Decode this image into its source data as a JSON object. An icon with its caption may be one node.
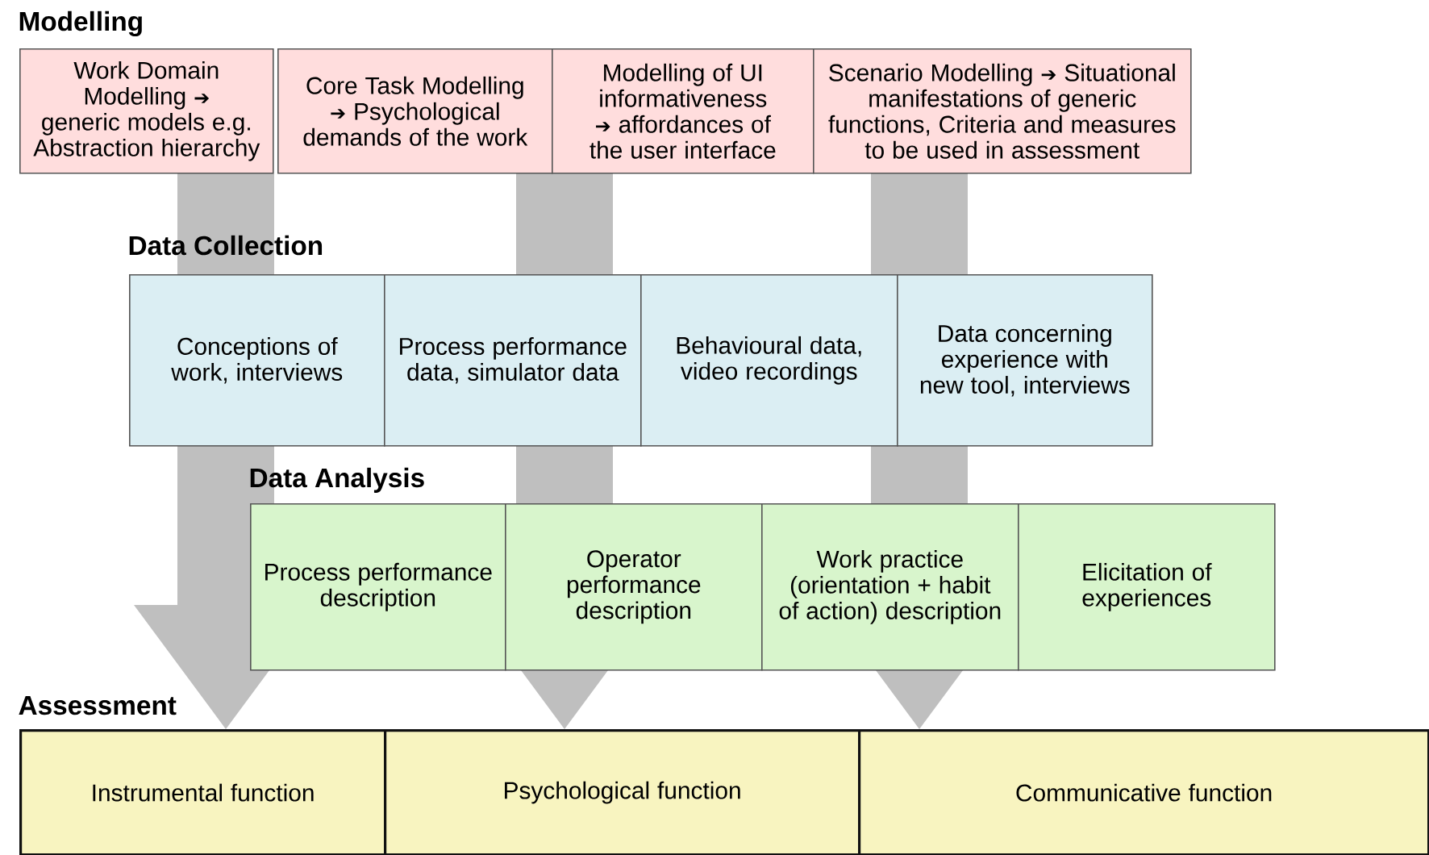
{
  "diagram": {
    "nodes": [
      {
        "text": [
          "Work Domain Modelling ➔ generic models e.g. Abstraction hierarchy"
        ]
      },
      {
        "text": [
          "Core Task Modelling ➔ Psychological demands of the work"
        ]
      },
      {
        "text": [
          "Modelling of UI informativeness ➔ affordances of the user interface"
        ]
      },
      {
        "text": [
          "Scenario Modelling ➔ Situational manifestations of generic functions, Criteria and measures to be used in assessment"
        ]
      },
      {
        "text": [
          "Conceptions of work, interviews"
        ]
      },
      {
        "text": [
          "Process performance data, simulator data"
        ]
      },
      {
        "text": [
          "Behavioural data, video recordings"
        ]
      },
      {
        "text": [
          "Data concerning experience with new tool, interviews"
        ]
      },
      {
        "text": [
          "Process performance description"
        ]
      },
      {
        "text": [
          "Operator performance description"
        ]
      },
      {
        "text": [
          "Work practice (orientation + habit of action) description"
        ]
      },
      {
        "text": [
          "Elicitation of experiences"
        ]
      },
      {
        "text": [
          "Instrumental function"
        ]
      },
      {
        "text": [
          "Psychological function"
        ]
      },
      {
        "text": [
          "Communicative function"
        ]
      }
    ],
    "edges": [
      {
        "from": 0,
        "to": 12,
        "arrow": "to"
      },
      {
        "from": 1,
        "to": 13,
        "arrow": "to"
      },
      {
        "from": 3,
        "to": 14,
        "arrow": "to"
      }
    ],
    "labels": [
      "Modelling",
      "Data Collection",
      "Data Analysis",
      "Assessment"
    ]
  }
}
